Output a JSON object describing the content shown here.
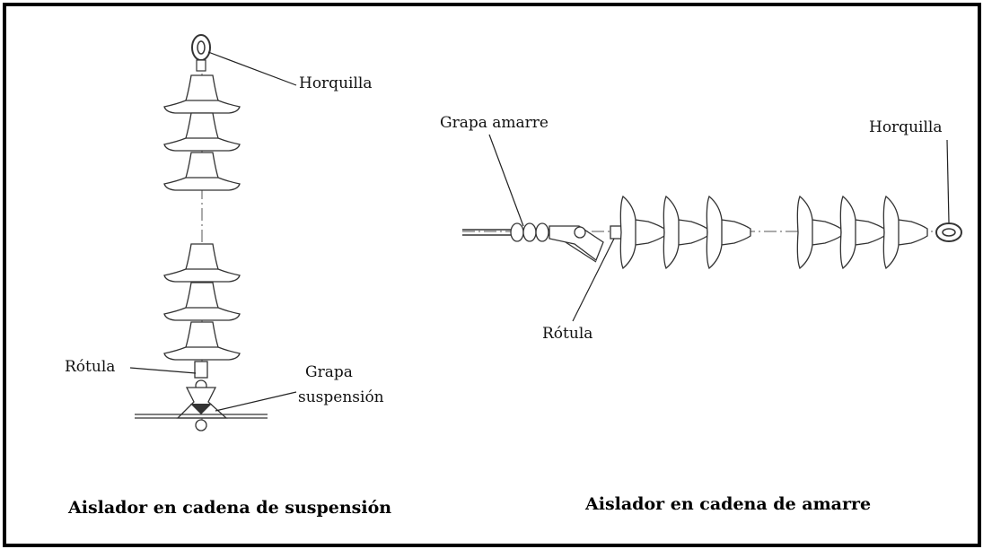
{
  "left_diagram": {
    "label_horquilla": "Horquilla",
    "label_rotula": "Rótula",
    "label_grapa_line1": "Grapa",
    "label_grapa_line2": "suspensión",
    "caption": "Aislador en cadena de suspensión"
  },
  "right_diagram": {
    "label_grapa": "Grapa amarre",
    "label_horquilla": "Horquilla",
    "label_rotula": "Rótula",
    "caption": "Aislador en cadena de amarre"
  }
}
